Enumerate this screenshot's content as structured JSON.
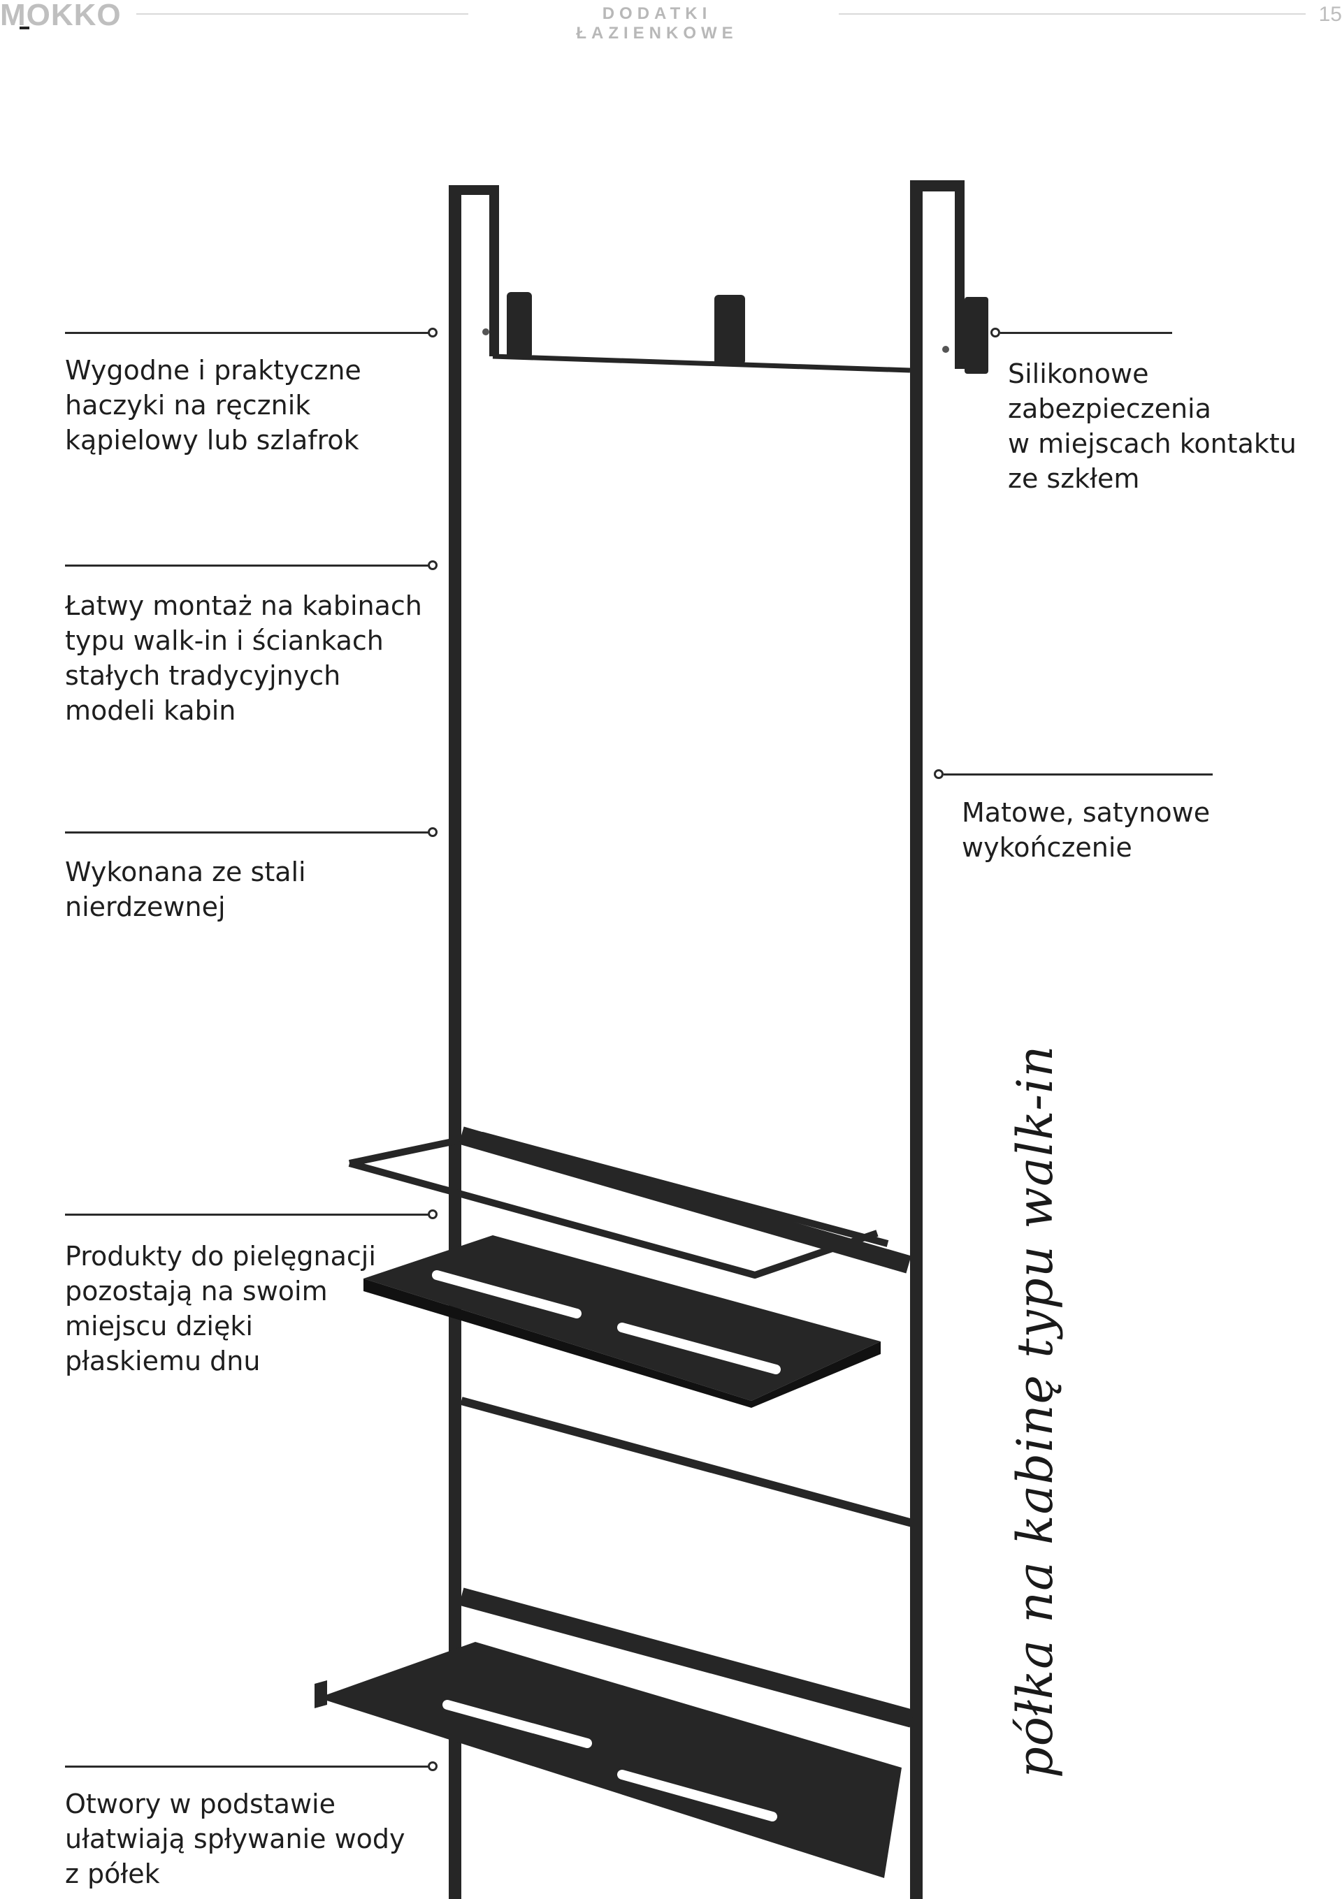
{
  "header": {
    "brand": "MOKKO",
    "section_title": "DODATKI ŁAZIENKOWE",
    "page_number": "15"
  },
  "callouts": {
    "hooks": [
      "Wygodne i praktyczne",
      "haczyki na ręcznik",
      "kąpielowy lub szlafrok"
    ],
    "silicone": [
      "Silikonowe",
      "zabezpieczenia",
      "w miejscach kontaktu",
      "ze szkłem"
    ],
    "mounting": [
      "Łatwy montaż na kabinach",
      "typu walk-in i ściankach",
      "stałych tradycyjnych",
      "modeli kabin"
    ],
    "finish": [
      "Matowe, satynowe",
      "wykończenie"
    ],
    "steel": [
      "Wykonana ze stali",
      "nierdzewnej"
    ],
    "products": [
      "Produkty do pielęgnacji",
      "pozostają na swoim",
      "miejscu dzięki",
      "płaskiemu dnu"
    ],
    "holes": [
      "Otwory w podstawie",
      "ułatwiają spływanie wody",
      "z półek"
    ]
  },
  "tagline": "półka na kabinę typu walk-in",
  "colors": {
    "product": "#262626",
    "text": "#1e1e1e",
    "header_gray": "#b8b8b8"
  }
}
